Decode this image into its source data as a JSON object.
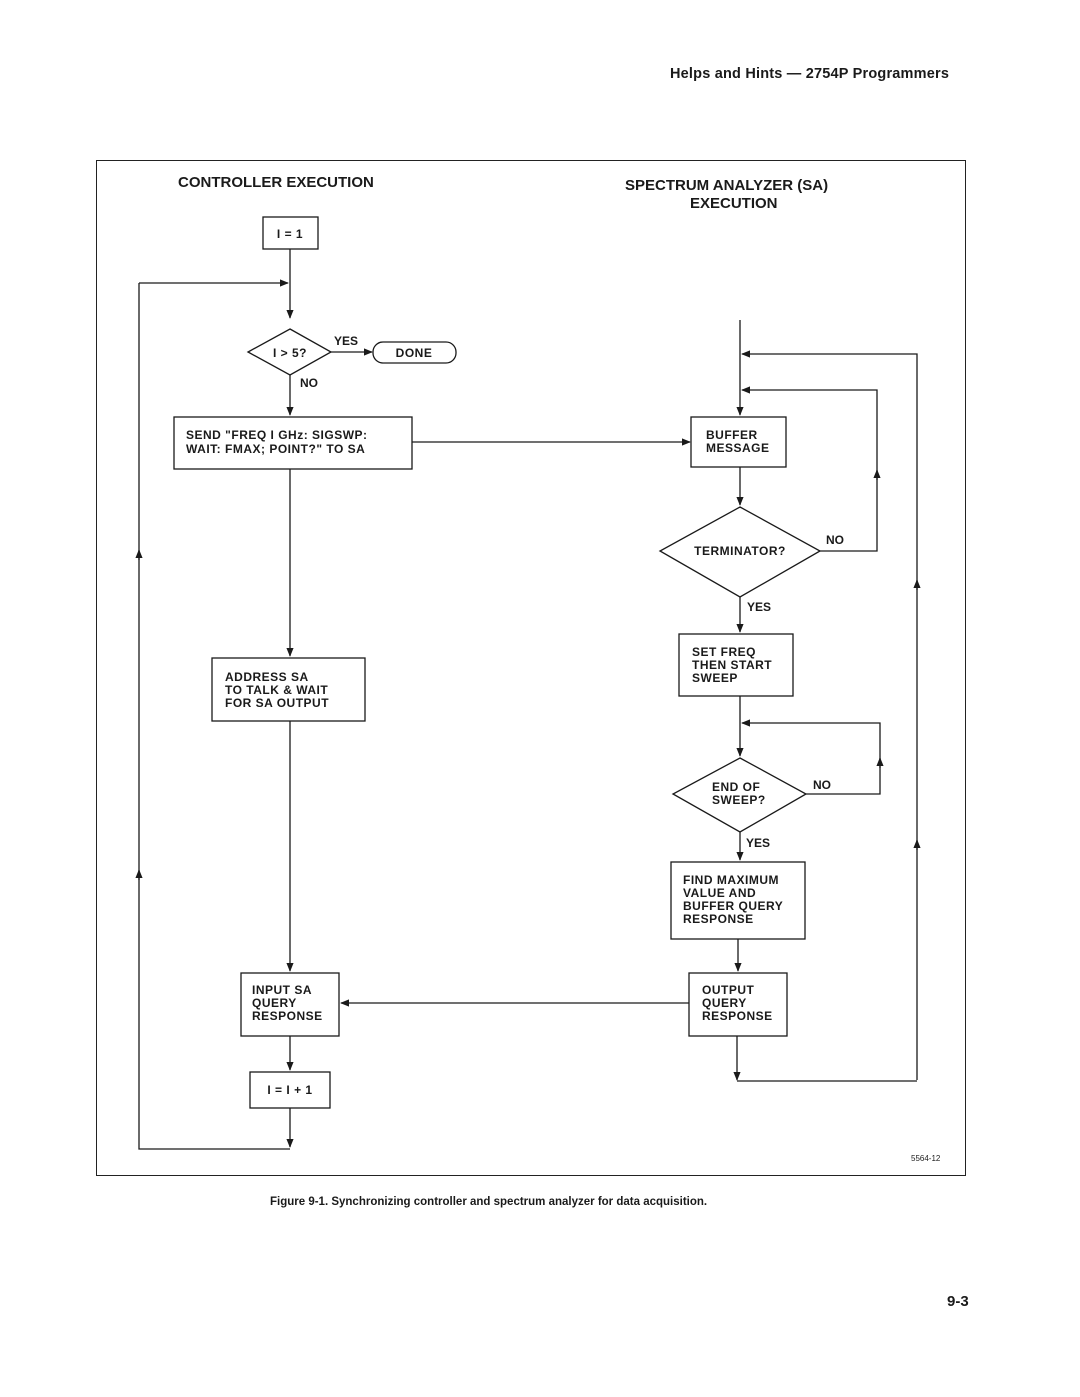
{
  "header": {
    "title": "Helps and Hints — 2754P Programmers"
  },
  "diagram": {
    "controller_title": "CONTROLLER EXECUTION",
    "sa_title_line1": "SPECTRUM ANALYZER (SA)",
    "sa_title_line2": "EXECUTION",
    "nodes": {
      "init": {
        "text": "I = 1"
      },
      "check": {
        "text": "I > 5?"
      },
      "done": {
        "text": "DONE"
      },
      "send": {
        "lines": [
          "SEND \"FREQ I GHz: SIGSWP:",
          "WAIT: FMAX; POINT?\" TO SA"
        ]
      },
      "address": {
        "lines": [
          "ADDRESS  SA",
          "TO TALK & WAIT",
          "FOR  SA OUTPUT"
        ]
      },
      "input": {
        "lines": [
          "INPUT SA",
          "QUERY",
          "RESPONSE"
        ]
      },
      "increment": {
        "text": "I = I + 1"
      },
      "buffer": {
        "lines": [
          "BUFFER",
          "MESSAGE"
        ]
      },
      "terminator": {
        "text": "TERMINATOR?"
      },
      "setfreq": {
        "lines": [
          "SET FREQ",
          "THEN START",
          "SWEEP"
        ]
      },
      "endsweep": {
        "lines": [
          "END OF",
          "SWEEP?"
        ]
      },
      "findmax": {
        "lines": [
          "FIND MAXIMUM",
          "VALUE AND",
          "BUFFER QUERY",
          "RESPONSE"
        ]
      },
      "output": {
        "lines": [
          "OUTPUT",
          "QUERY",
          "RESPONSE"
        ]
      }
    },
    "edge_labels": {
      "check_yes": "YES",
      "check_no": "NO",
      "term_no": "NO",
      "term_yes": "YES",
      "sweep_no": "NO",
      "sweep_yes": "YES"
    },
    "figure_id": "5564-12"
  },
  "caption": "Figure 9-1. Synchronizing controller and spectrum analyzer for data acquisition.",
  "page_number": "9-3"
}
